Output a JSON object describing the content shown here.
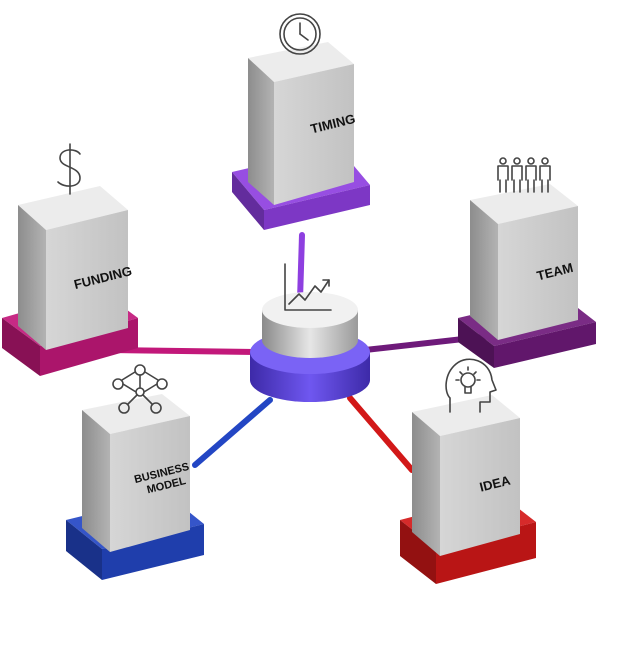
{
  "diagram": {
    "nodes": [
      {
        "id": "timing",
        "label": [
          "TIMING"
        ],
        "icon": "clock-icon",
        "color": "#8e3fe0"
      },
      {
        "id": "funding",
        "label": [
          "FUNDING"
        ],
        "icon": "dollar-icon",
        "color": "#c2187a"
      },
      {
        "id": "team",
        "label": [
          "TEAM"
        ],
        "icon": "people-icon",
        "color": "#6e1a7a"
      },
      {
        "id": "business",
        "label": [
          "BUSINESS",
          "MODEL"
        ],
        "icon": "network-icon",
        "color": "#2346c4"
      },
      {
        "id": "idea",
        "label": [
          "IDEA"
        ],
        "icon": "lightbulb-head-icon",
        "color": "#d21818"
      }
    ],
    "hub": {
      "icon": "growth-chart-icon",
      "color": "#5b3fe0"
    }
  }
}
